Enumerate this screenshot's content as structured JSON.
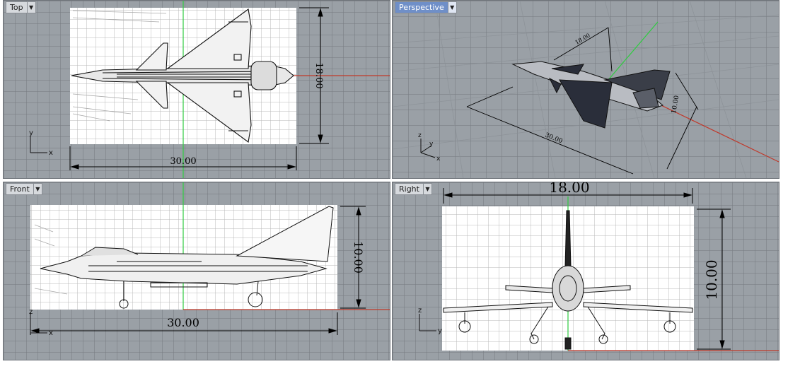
{
  "viewports": [
    {
      "id": "top",
      "title": "Top",
      "dimensions": [
        "18.00",
        "30.00"
      ],
      "axis_labels": [
        "y",
        "x"
      ]
    },
    {
      "id": "perspective",
      "title": "Perspective",
      "dimensions": [
        "30.00",
        "18.00",
        "10.00"
      ],
      "axis_labels": [
        "z",
        "y",
        "x"
      ]
    },
    {
      "id": "front",
      "title": "Front",
      "dimensions": [
        "10.00",
        "30.00"
      ],
      "axis_labels": [
        "z",
        "x"
      ]
    },
    {
      "id": "right",
      "title": "Right",
      "dimensions": [
        "18.00",
        "10.00"
      ],
      "axis_labels": [
        "z",
        "y"
      ]
    }
  ],
  "icons": {
    "dropdown": "chevron-down-icon"
  },
  "colors": {
    "viewport_bg": "#9aa0a6",
    "x_axis": "#c0392b",
    "y_axis": "#2ecc40",
    "active_tab": "#6f8fc8"
  }
}
